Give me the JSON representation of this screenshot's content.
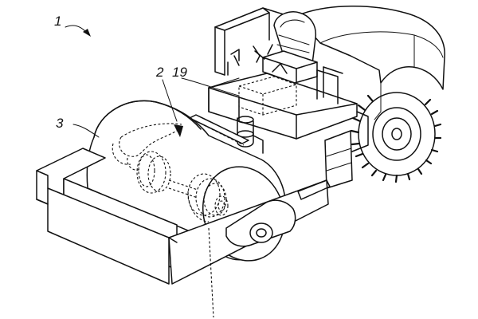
{
  "figure": {
    "reference_numerals": {
      "machine": "1",
      "drive_unit": "2",
      "drum": "3",
      "cab_part": "19"
    }
  }
}
